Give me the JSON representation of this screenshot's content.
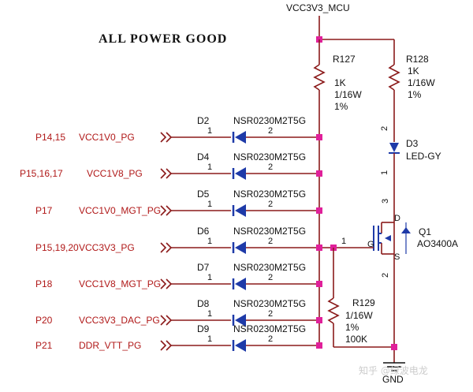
{
  "title": "ALL POWER GOOD",
  "vcc_label": "VCC3V3_MCU",
  "gnd_label": "GND",
  "resistors": {
    "r127": {
      "ref": "R127",
      "value": "1K",
      "power": "1/16W",
      "tol": "1%"
    },
    "r128": {
      "ref": "R128",
      "value": "1K",
      "power": "1/16W",
      "tol": "1%"
    },
    "r129": {
      "ref": "R129",
      "value": "100K",
      "power": "1/16W",
      "tol": "1%"
    }
  },
  "led": {
    "ref": "D3",
    "part": "LED-GY",
    "pin_a": "2",
    "pin_k": "1"
  },
  "mosfet": {
    "ref": "Q1",
    "part": "AO3400A",
    "g": "G",
    "d": "D",
    "s": "S",
    "pin_g": "1",
    "pin_d": "3",
    "pin_s": "2"
  },
  "diodes": [
    {
      "ref": "D2",
      "part": "NSR0230M2T5G",
      "net": "VCC1V0_PG",
      "page": "P14,15",
      "pin1": "1",
      "pin2": "2"
    },
    {
      "ref": "D4",
      "part": "NSR0230M2T5G",
      "net": "VCC1V8_PG",
      "page": "P15,16,17",
      "pin1": "1",
      "pin2": "2"
    },
    {
      "ref": "D5",
      "part": "NSR0230M2T5G",
      "net": "VCC1V0_MGT_PG",
      "page": "P17",
      "pin1": "1",
      "pin2": "2"
    },
    {
      "ref": "D6",
      "part": "NSR0230M2T5G",
      "net": "VCC3V3_PG",
      "page": "P15,19,20",
      "pin1": "1",
      "pin2": "2"
    },
    {
      "ref": "D7",
      "part": "NSR0230M2T5G",
      "net": "VCC1V8_MGT_PG",
      "page": "P18",
      "pin1": "1",
      "pin2": "2"
    },
    {
      "ref": "D8",
      "part": "NSR0230M2T5G",
      "net": "VCC3V3_DAC_PG",
      "page": "P20",
      "pin1": "1",
      "pin2": "2"
    },
    {
      "ref": "D9",
      "part": "NSR0230M2T5G",
      "net": "DDR_VTT_PG",
      "page": "P21",
      "pin1": "1",
      "pin2": "2"
    }
  ],
  "watermark": "知乎 @绿波电龙"
}
